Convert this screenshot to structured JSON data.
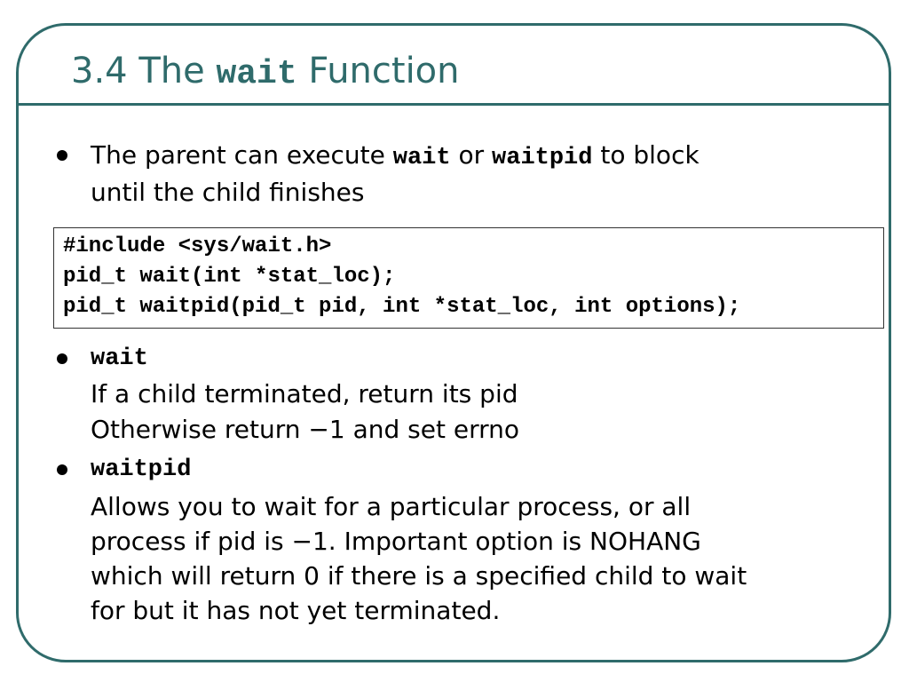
{
  "slide": {
    "title_prefix": "3.4 The ",
    "title_code": "wait",
    "title_suffix": " Function",
    "bullet1": {
      "part1": "The parent can execute ",
      "code1": "wait",
      "part2": " or ",
      "code2": "waitpid",
      "part3": " to block",
      "line2": "until the child finishes"
    },
    "code": [
      "#include <sys/wait.h>",
      "pid_t wait(int *stat_loc);",
      "pid_t waitpid(pid_t pid, int *stat_loc, int options);"
    ],
    "bullet2": {
      "heading": "wait",
      "lines": [
        "If a child terminated, return its pid",
        "Otherwise return −1 and set errno"
      ]
    },
    "bullet3": {
      "heading": "waitpid",
      "lines": [
        "Allows you to wait for a particular process, or all",
        "process if pid is −1. Important option is NOHANG",
        "which will return 0 if there is a specified child to wait",
        "for but it has not yet terminated."
      ]
    }
  }
}
